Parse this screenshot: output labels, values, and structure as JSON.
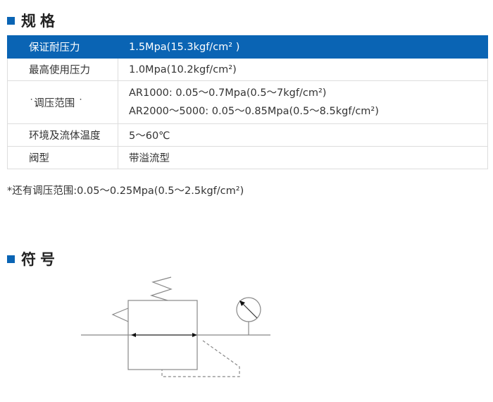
{
  "spec_title": "规格",
  "rows": [
    {
      "label": "保证耐压力",
      "value": "1.5Mpa(15.3kgf/cm² )"
    },
    {
      "label": "最高使用压力",
      "value": "1.0Mpa(10.2kgf/cm²)"
    },
    {
      "label": "˙调压范围 ˙",
      "value": "AR1000:  0.05～0.7Mpa(0.5～7kgf/cm²)",
      "value2": "AR2000～5000:  0.05～0.85Mpa(0.5～8.5kgf/cm²)"
    },
    {
      "label": "环境及流体温度",
      "value": "5～60℃"
    },
    {
      "label": "阀型",
      "value": "带溢流型"
    }
  ],
  "note": "*还有调压范围:0.05～0.25Mpa(0.5～2.5kgf/cm²)",
  "symbol_title": "符号"
}
